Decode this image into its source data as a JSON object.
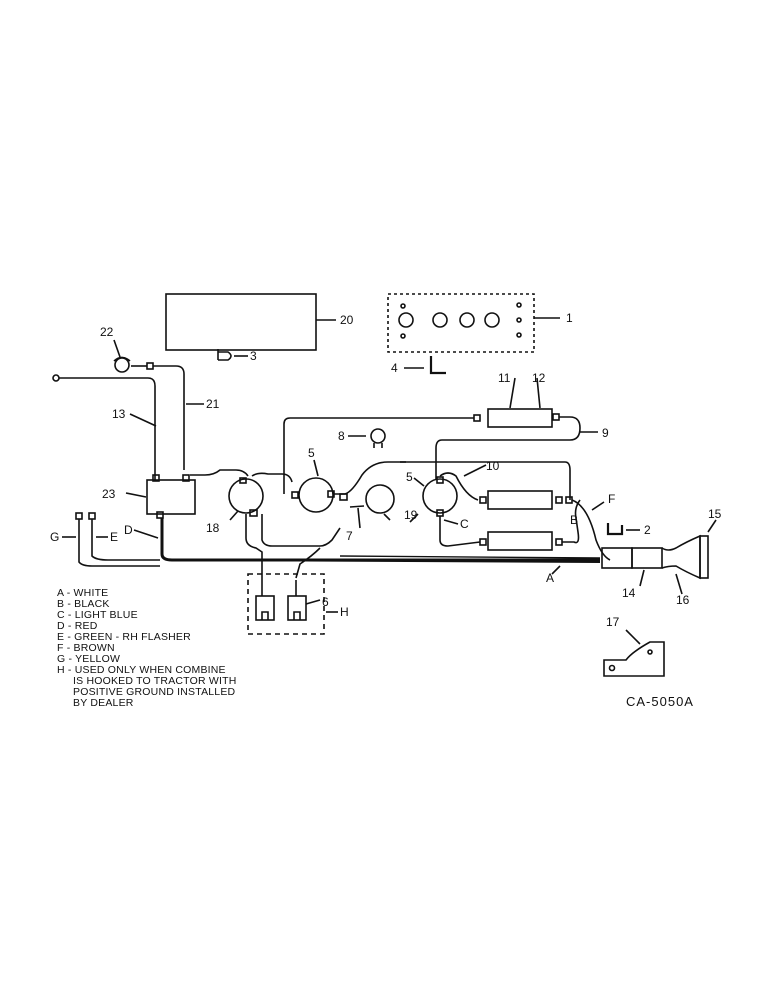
{
  "callouts": {
    "c1": "1",
    "c2": "2",
    "c3": "3",
    "c4": "4",
    "c5a": "5",
    "c5b": "5",
    "c6": "6",
    "c7": "7",
    "c8": "8",
    "c9": "9",
    "c10": "10",
    "c11": "11",
    "c12": "12",
    "c13": "13",
    "c14": "14",
    "c15": "15",
    "c16": "16",
    "c17": "17",
    "c18": "18",
    "c19": "19",
    "c20": "20",
    "c21": "21",
    "c22": "22",
    "c23": "23"
  },
  "wire_letters": {
    "A": "A",
    "B": "B",
    "C": "C",
    "D": "D",
    "E": "E",
    "F": "F",
    "G": "G",
    "H": "H"
  },
  "legend": [
    "A - WHITE",
    "B - BLACK",
    "C - LIGHT BLUE",
    "D - RED",
    "E - GREEN - RH FLASHER",
    "F - BROWN",
    "G - YELLOW",
    "H - USED ONLY WHEN COMBINE",
    "IS HOOKED TO TRACTOR WITH",
    "POSITIVE GROUND INSTALLED",
    "BY DEALER"
  ],
  "drawing_code": "CA-5050A"
}
